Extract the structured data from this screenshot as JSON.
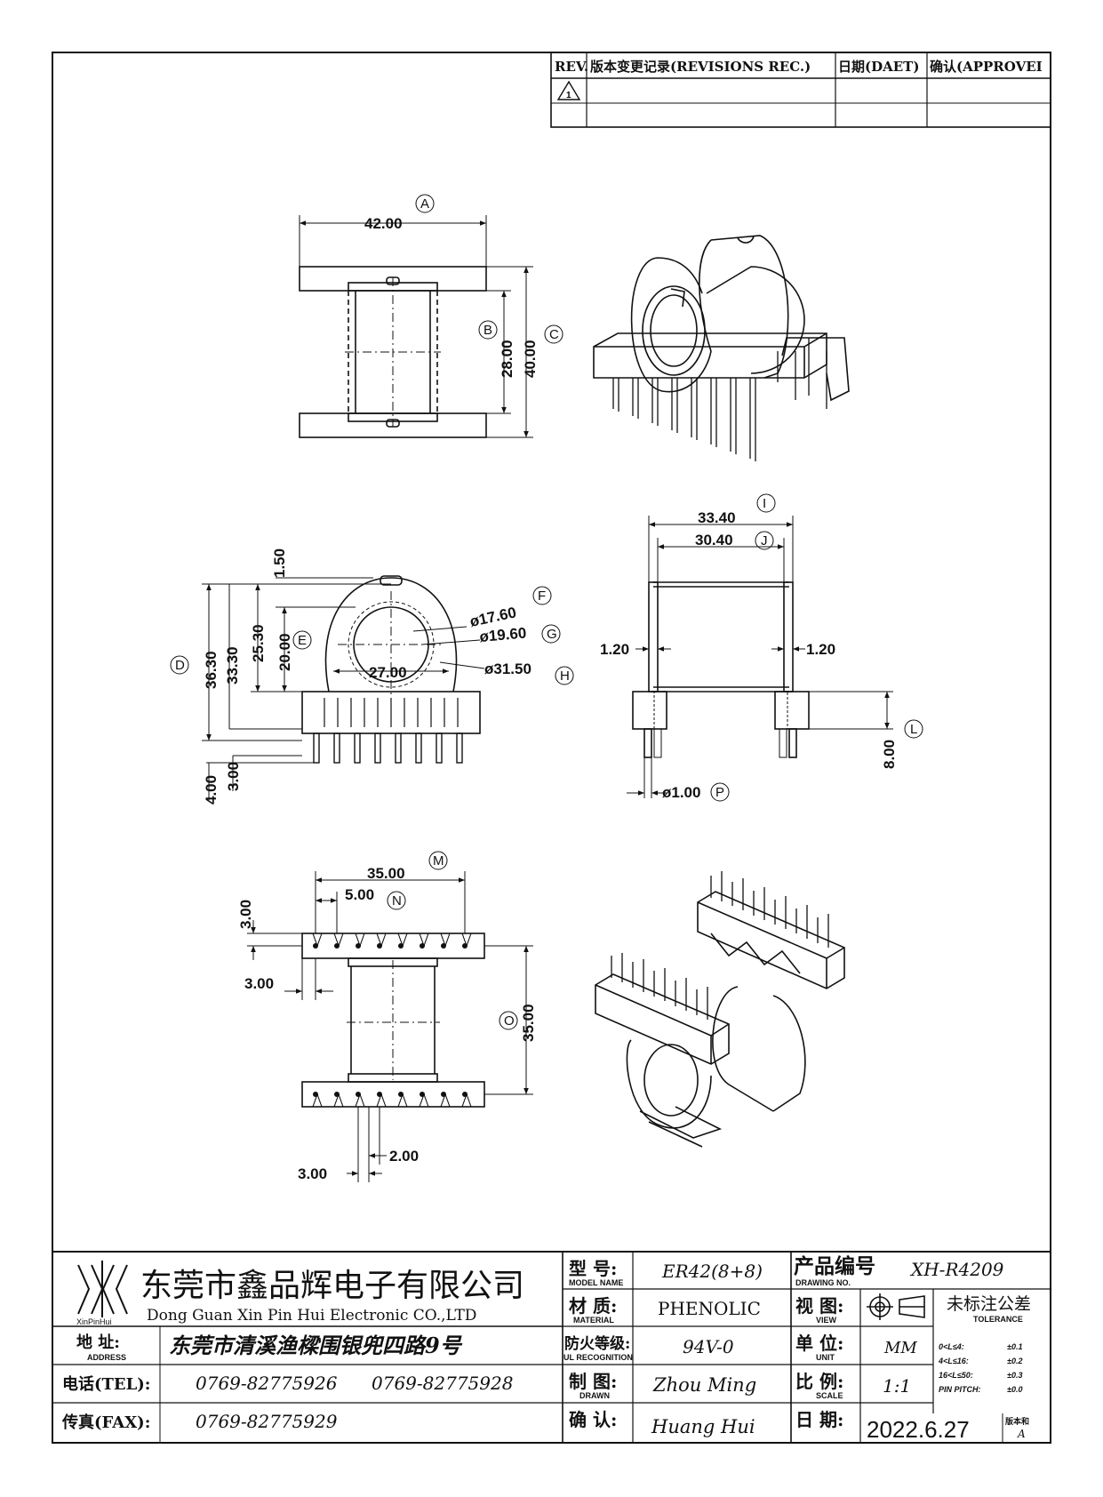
{
  "revision_block": {
    "col_rev": "REV.",
    "col_record": "版本变更记录(REVISIONS REC.)",
    "col_date": "日期(DAET)",
    "col_approve": "确认(APPROVEI",
    "rev_mark": "1"
  },
  "dimensions": {
    "top_view": {
      "width": "42.00",
      "letter_width": "A",
      "inner": "28.00",
      "letter_inner": "B",
      "outer": "40.00",
      "letter_outer": "C"
    },
    "front_view": {
      "total_h": "36.30",
      "letter_total": "D",
      "h2": "33.30",
      "h3": "25.30",
      "h4": "20.00",
      "letter_h4": "E",
      "top_gap": "1.50",
      "d_inner": "ø17.60",
      "letter_d_inner": "F",
      "d_mid": "ø19.60",
      "letter_d_mid": "G",
      "d_outer": "ø31.50",
      "letter_d_outer": "H",
      "base_w": "27.00",
      "pin_a": "4.00",
      "pin_b": "3.00"
    },
    "side_view": {
      "outer_w": "33.40",
      "letter_outer": "I",
      "inner_w": "30.40",
      "letter_inner": "J",
      "wall_l": "1.20",
      "wall_r": "1.20",
      "pin_len": "8.00",
      "letter_pin": "L",
      "pin_d": "ø1.00",
      "letter_pin_d": "P"
    },
    "bottom_view": {
      "span": "35.00",
      "letter_span": "M",
      "pitch": "5.00",
      "letter_pitch": "N",
      "edge_top": "3.00",
      "edge_left": "3.00",
      "height": "35.00",
      "letter_height": "O",
      "bottom_a": "2.00",
      "bottom_b": "3.00"
    }
  },
  "title_block": {
    "company_cn": "东莞市鑫品辉电子有限公司",
    "company_en": "Dong Guan Xin Pin Hui Electronic CO.,LTD",
    "logo_text": "XinPinHui",
    "address_label": "地 址:",
    "address_label_en": "ADDRESS",
    "address": "东莞市清溪渔樑围银兜四路9号",
    "tel_label": "电话(TEL):",
    "tel1": "0769-82775926",
    "tel2": "0769-82775928",
    "fax_label": "传真(FAX):",
    "fax": "0769-82775929",
    "model_label": "型 号:",
    "model_label_en": "MODEL NAME",
    "model": "ER42(8+8)",
    "material_label": "材 质:",
    "material_label_en": "MATERIAL",
    "material": "PHENOLIC",
    "flame_label": "防火等级:",
    "flame_label_en": "UL RECOGNITION",
    "flame": "94V-0",
    "drawn_label": "制 图:",
    "drawn_label_en": "DRAWN",
    "drawn": "Zhou Ming",
    "checked_label": "确 认:",
    "checked": "Huang Hui",
    "drawing_no_label": "产品编号",
    "drawing_no_label_en": "DRAWING NO.",
    "drawing_no": "XH-R4209",
    "view_label": "视 图:",
    "view_label_en": "VIEW",
    "unit_label": "单 位:",
    "unit_label_en": "UNIT",
    "unit": "MM",
    "scale_label": "比 例:",
    "scale_label_en": "SCALE",
    "scale": "1:1",
    "date_label": "日 期:",
    "date": "2022.6.27",
    "version_label": "版本和",
    "version": "A",
    "tolerance_title": "未标注公差",
    "tolerance_en": "TOLERANCE",
    "tolerances": [
      {
        "range": "0<L≤4:",
        "value": "±0.1"
      },
      {
        "range": "4<L≤16:",
        "value": "±0.2"
      },
      {
        "range": "16<L≤50:",
        "value": "±0.3"
      },
      {
        "range": "PIN PITCH:",
        "value": "±0.0"
      }
    ]
  }
}
